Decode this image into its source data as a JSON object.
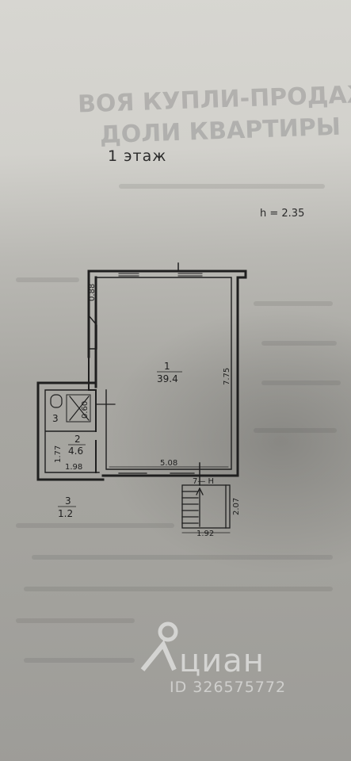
{
  "floor_title": "1 этаж",
  "ceiling_height": "h = 2.35",
  "background_text": {
    "line1": "ВОЯ КУПЛИ-ПРОДАЖ",
    "line2": "ДОЛИ КВАРТИРЫ"
  },
  "rooms": {
    "room1_number": "1",
    "room1_area": "39.4",
    "room2_number": "2",
    "room2_area": "4.6",
    "room3_number": "3",
    "room4_number": "3",
    "room4_area": "1.2"
  },
  "dimensions": {
    "top_wall": "0.88",
    "main_right": "7.75",
    "main_bottom": "5.08",
    "small_right": "0.60",
    "small_left": "1.77",
    "small_bottom": "1.98",
    "stairs_right": "2.07",
    "stairs_bottom": "1.92",
    "entrance_label": "7— Н"
  },
  "watermark": {
    "brand": "циан",
    "id": "ID 326575772"
  }
}
